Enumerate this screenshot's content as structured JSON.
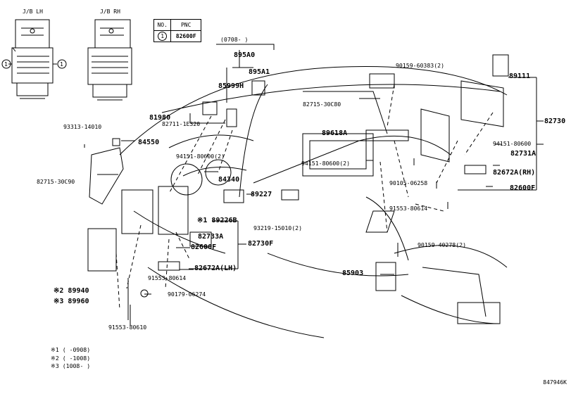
{
  "junction_boxes": {
    "left": "J/B LH",
    "right": "J/B RH"
  },
  "pnc_table": {
    "col_no": "NO.",
    "col_pnc": "PNC",
    "row_no": "1",
    "row_pnc": "82600F"
  },
  "callout_marker": "1",
  "bracket_date": "(0708-     )",
  "labels": {
    "p895A0": "895A0",
    "p895A1": "895A1",
    "p85999H": "85999H",
    "p90159_60383": "90159-60383(2)",
    "p89111": "89111",
    "p82715_30C80": "82715-30C80",
    "p81980": "81980",
    "p82711_1E320": "82711-1E320",
    "p89618A": "89618A",
    "p82730": "82730",
    "p93313_14010": "93313-14010",
    "p84550": "84550",
    "p94151_80600_a": "94151-80600(2)",
    "p94151_80600_b": "94151-80600",
    "p82715_30C90": "82715-30C90",
    "p84340": "84340",
    "p94151_80600_c": "94151-80600(2)",
    "p82731A": "82731A",
    "p82672A_RH": "82672A(RH)",
    "p90105_06258": "90105-06258",
    "p89227": "89227",
    "p82600F_r": "82600F",
    "p91553_80614_r": "91553-80614",
    "p89226B": "※1 89226B",
    "p93219_15010": "93219-15010(2)",
    "p82733A": "82733A",
    "p82600F_l": "82600F",
    "p82730F": "82730F",
    "p90159_40278": "90159-40278(2)",
    "p82672A_LH": "82672A(LH)",
    "p85903": "85903",
    "p91553_80614_l": "91553-80614",
    "p89940": "※2 89940",
    "p89960": "※3 89960",
    "p90179_06274": "90179-06274",
    "p91553_80610": "91553-80610"
  },
  "notes": [
    "※1 (    -0908)",
    "※2 (    -1008)",
    "※3 (1008-    )"
  ],
  "diagram_code": "847946K"
}
